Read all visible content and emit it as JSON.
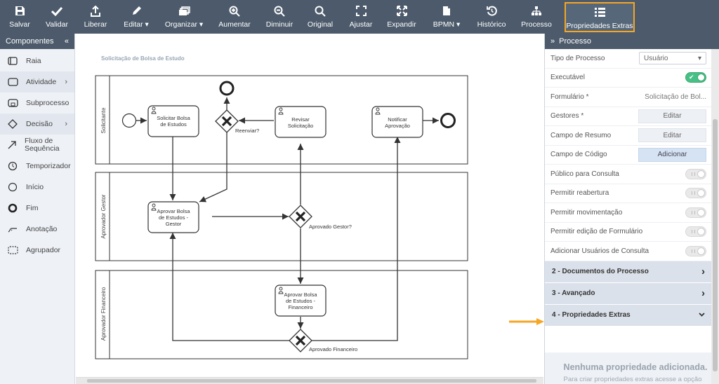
{
  "toolbar": {
    "items": [
      {
        "label": "Salvar",
        "icon": "save-icon"
      },
      {
        "label": "Validar",
        "icon": "check-icon"
      },
      {
        "label": "Liberar",
        "icon": "upload-icon"
      },
      {
        "label": "Editar ▾",
        "icon": "pencil-icon"
      },
      {
        "label": "Organizar ▾",
        "icon": "layers-icon"
      },
      {
        "label": "Aumentar",
        "icon": "zoom-in-icon"
      },
      {
        "label": "Diminuir",
        "icon": "zoom-out-icon"
      },
      {
        "label": "Original",
        "icon": "search-icon"
      },
      {
        "label": "Ajustar",
        "icon": "fit-icon"
      },
      {
        "label": "Expandir",
        "icon": "expand-icon"
      },
      {
        "label": "BPMN ▾",
        "icon": "file-icon"
      },
      {
        "label": "Histórico",
        "icon": "history-icon"
      },
      {
        "label": "Processo",
        "icon": "hierarchy-icon"
      },
      {
        "label": "Propriedades Extras",
        "icon": "list-icon"
      }
    ]
  },
  "components": {
    "title": "Componentes",
    "collapse": "«",
    "items": [
      {
        "label": "Raia",
        "icon": "lane-icon"
      },
      {
        "label": "Atividade",
        "icon": "activity-icon",
        "chevron": "›"
      },
      {
        "label": "Subprocesso",
        "icon": "subprocess-icon"
      },
      {
        "label": "Decisão",
        "icon": "gateway-icon",
        "chevron": "›"
      },
      {
        "label": "Fluxo de Sequência",
        "icon": "arrow-icon"
      },
      {
        "label": "Temporizador",
        "icon": "timer-icon"
      },
      {
        "label": "Início",
        "icon": "start-event-icon"
      },
      {
        "label": "Fim",
        "icon": "end-event-icon"
      },
      {
        "label": "Anotação",
        "icon": "annotation-icon"
      },
      {
        "label": "Agrupador",
        "icon": "group-icon"
      }
    ]
  },
  "diagram": {
    "title": "Solicitação de Bolsa de Estudo",
    "lanes": [
      "Solicitante",
      "Aprovador Gestor",
      "Aprovador Financeiro"
    ],
    "tasks": {
      "solicitar": "Solicitar Bolsa de Estudos",
      "revisar": "Revisar Solicitação",
      "notificar": "Notificar Aprovação",
      "aprovar_gestor": "Aprovar Bolsa de Estudos - Gestor",
      "aprovar_financeiro": "Aprovar Bolsa de Estudos - Financeiro"
    },
    "gateways": {
      "reenviar": "Reenviar?",
      "gestor": "Aprovado Gestor?",
      "financeiro": "Aprovado Financeiro"
    }
  },
  "panel": {
    "title": "Processo",
    "properties": {
      "tipo_label": "Tipo de Processo",
      "tipo_value": "Usuário",
      "executavel_label": "Executável",
      "formulario_label": "Formulário *",
      "formulario_value": "Solicitação de Bol...",
      "gestores_label": "Gestores *",
      "gestores_btn": "Editar",
      "resumo_label": "Campo de Resumo",
      "resumo_btn": "Editar",
      "codigo_label": "Campo de Código",
      "codigo_btn": "Adicionar",
      "publico_label": "Público para Consulta",
      "reabertura_label": "Permitir reabertura",
      "movimentacao_label": "Permitir movimentação",
      "edicao_label": "Permitir edição de Formulário",
      "usuarios_label": "Adicionar Usuários de Consulta"
    },
    "sections": [
      {
        "label": "2 - Documentos do Processo",
        "chevron": "›"
      },
      {
        "label": "3 - Avançado",
        "chevron": "›"
      },
      {
        "label": "4 - Propriedades Extras",
        "chevron": "⌄"
      }
    ],
    "empty_title": "Nenhuma propriedade adicionada.",
    "empty_sub": "Para criar propriedades extras acesse a opção no menu superior."
  },
  "colors": {
    "toolbar_bg": "#4c5a6b",
    "highlight": "#f5a623",
    "toggle_on": "#48c085"
  }
}
